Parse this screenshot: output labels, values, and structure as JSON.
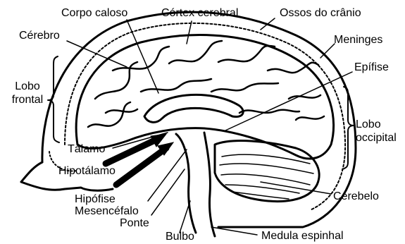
{
  "diagram": {
    "labels": {
      "corpo_caloso": "Corpo caloso",
      "cortex_cerebral": "Córtex cerebral",
      "ossos_do_cranio": "Ossos do crânio",
      "cerebro": "Cérebro",
      "meninges": "Meninges",
      "lobo_frontal_l1": "Lobo",
      "lobo_frontal_l2": "frontal",
      "epifise": "Epífise",
      "lobo_occipital_l1": "Lobo",
      "lobo_occipital_l2": "occipital",
      "talamo": "Tálamo",
      "hipotalamo": "Hipotálamo",
      "cerebelo": "Cerebelo",
      "hipofise": "Hipófise",
      "mesencefalo": "Mesencéfalo",
      "ponte": "Ponte",
      "bulbo": "Bulbo",
      "medula_espinhal": "Medula espinhal"
    },
    "colors": {
      "line": "#000000",
      "background": "#ffffff",
      "fill": "#ffffff"
    }
  }
}
